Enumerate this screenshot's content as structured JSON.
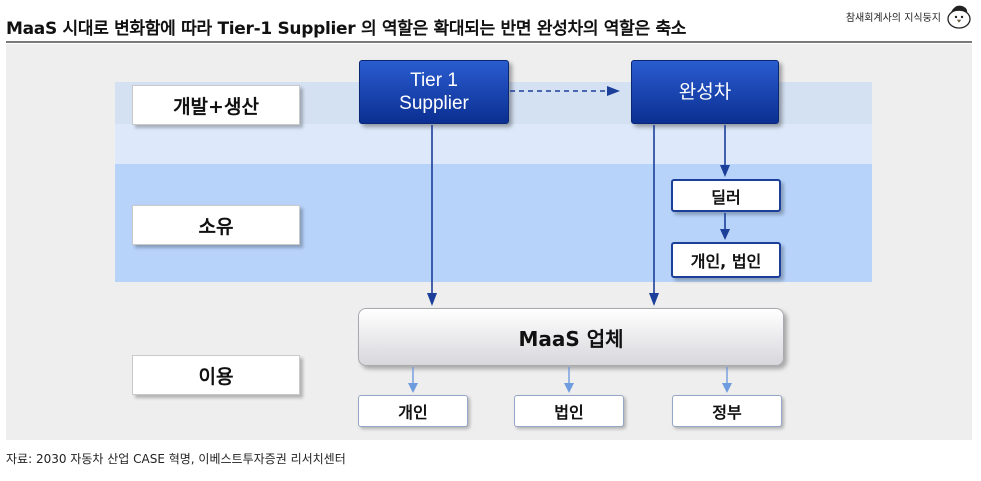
{
  "header": {
    "title": "MaaS 시대로 변화함에 따라 Tier-1 Supplier 의 역할은 확대되는 반면 완성차의 역할은 축소",
    "logo_text": "참새회계사의 지식둥지"
  },
  "rows": {
    "dev_production": "개발+생산",
    "ownership": "소유",
    "usage": "이용"
  },
  "nodes": {
    "tier1_line1": "Tier 1",
    "tier1_line2": "Supplier",
    "oem": "완성차",
    "dealer": "딜러",
    "individual_corporate": "개인, 법인",
    "maas": "MaaS 업체",
    "individual": "개인",
    "corporate": "법인",
    "government": "정부"
  },
  "colors": {
    "dark_box": "#0b2f92",
    "arrow": "#1c3f99",
    "light_arrow": "#6f9bdf"
  },
  "footer": {
    "source": "자료: 2030 자동차 산업 CASE 혁명, 이베스트투자증권 리서치센터"
  }
}
